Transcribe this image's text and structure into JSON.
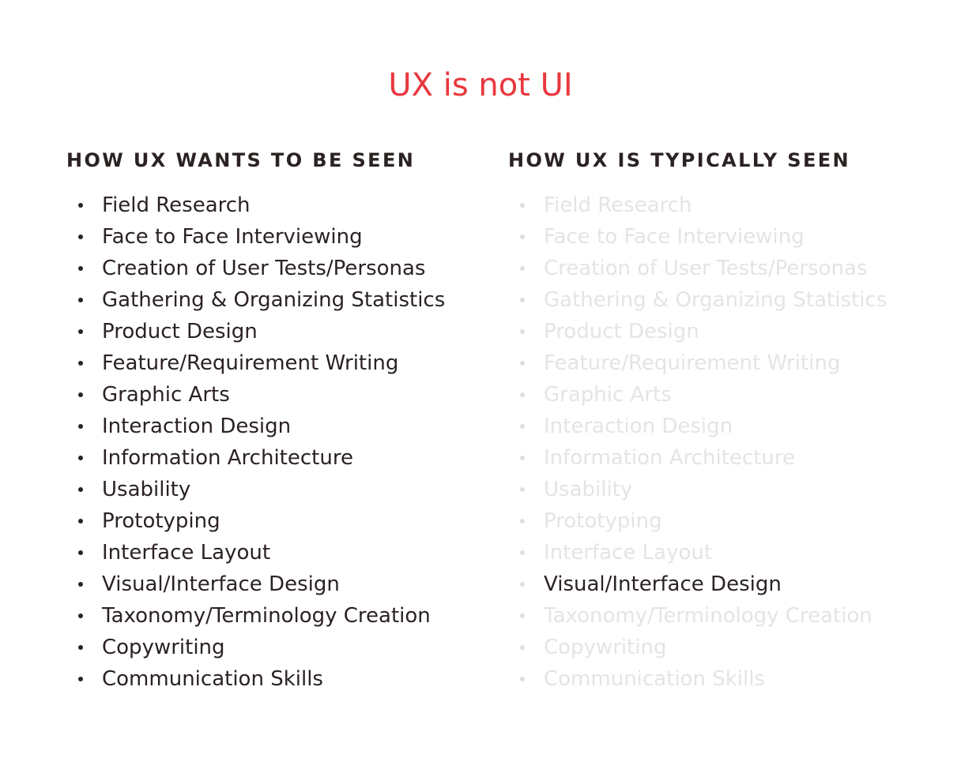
{
  "title": "UX is not UI",
  "colors": {
    "title": "#e8383d",
    "text": "#2b2222",
    "faded_text": "#e7e3e3"
  },
  "left_column": {
    "heading": "HOW UX WANTS TO BE SEEN",
    "items": [
      "Field Research",
      "Face to Face Interviewing",
      "Creation of User Tests/Personas",
      "Gathering & Organizing Statistics",
      "Product Design",
      "Feature/Requirement Writing",
      "Graphic Arts",
      "Interaction Design",
      "Information Architecture",
      "Usability",
      "Prototyping",
      "Interface Layout",
      "Visual/Interface Design",
      "Taxonomy/Terminology Creation",
      "Copywriting",
      "Communication Skills"
    ]
  },
  "right_column": {
    "heading": "HOW UX IS TYPICALLY SEEN",
    "highlighted_item": "Visual/Interface Design",
    "items": [
      "Field Research",
      "Face to Face Interviewing",
      "Creation of User Tests/Personas",
      "Gathering & Organizing Statistics",
      "Product Design",
      "Feature/Requirement Writing",
      "Graphic Arts",
      "Interaction Design",
      "Information Architecture",
      "Usability",
      "Prototyping",
      "Interface Layout",
      "Visual/Interface Design",
      "Taxonomy/Terminology Creation",
      "Copywriting",
      "Communication Skills"
    ]
  }
}
